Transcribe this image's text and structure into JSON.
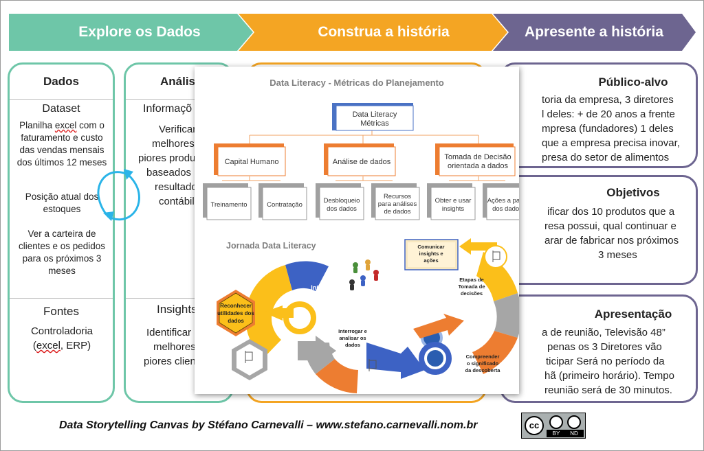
{
  "stages": [
    {
      "label": "Explore os Dados",
      "color": "#6ec6a8"
    },
    {
      "label": "Construa a história",
      "color": "#f4a523"
    },
    {
      "label": "Apresente a história",
      "color": "#6d6590"
    }
  ],
  "cards": {
    "dados": {
      "title": "Dados",
      "dataset_label": "Dataset",
      "dataset_p1a": "Planilha ",
      "dataset_p1b": "excel",
      "dataset_p1c": " com o faturamento e custo das vendas mensais dos últimos 12 meses",
      "dataset_p2": "Posição atual dos estoques",
      "dataset_p3": "Ver a carteira de clientes e os pedidos para os próximos 3 meses",
      "fontes_label": "Fontes",
      "fontes_p1": "Controladoria",
      "fontes_p2a": "(",
      "fontes_p2b": "excel",
      "fontes_p2c": ",  ERP)"
    },
    "analise": {
      "title": "Análise",
      "info_label": "Informaçõ",
      "info_lines": [
        "Verificar",
        "melhores",
        "piores produ",
        "baseados",
        "resultado",
        "contábil"
      ],
      "insights_label": "Insights",
      "insights_lines": [
        "Identificar",
        "melhores",
        "piores clien"
      ]
    },
    "publico": {
      "title": "Público-alvo",
      "lines": [
        "toria da empresa, 3 diretores",
        "l deles: + de 20 anos a frente",
        "mpresa (fundadores) 1 deles",
        "que a empresa precisa inovar,",
        "presa do setor de alimentos"
      ]
    },
    "objetivos": {
      "title": "Objetivos",
      "lines": [
        "ificar dos 10 produtos que a",
        "resa possui, qual continuar e",
        "arar de fabricar nos próximos",
        "3 meses"
      ]
    },
    "apresentacao": {
      "title": "Apresentação",
      "lines": [
        "a de reunião, Televisão 48”",
        "penas os 3 Diretores vão",
        "ticipar Será no período da",
        "hã (primeiro horário). Tempo",
        "reunião será de 30 minutos."
      ]
    }
  },
  "overlay": {
    "title": "Data Literacy - Métricas do Planejamento",
    "root": [
      "Data Literacy",
      "Métricas"
    ],
    "level1": [
      {
        "label": [
          "Capital Humano"
        ],
        "children": [
          [
            "Treinamento"
          ],
          [
            "Contratação"
          ]
        ]
      },
      {
        "label": [
          "Análise de dados"
        ],
        "children": [
          [
            "Desbloqueio",
            "dos dados"
          ],
          [
            "Recursos",
            "para análises",
            "de dados"
          ]
        ]
      },
      {
        "label": [
          "Tomada de Decisão",
          "orientada a dados"
        ],
        "children": [
          [
            "Obter e usar",
            "insights"
          ],
          [
            "Ações a partir",
            "dos dados"
          ]
        ]
      }
    ],
    "jornada_title": "Jornada Data Literacy",
    "journey": {
      "inicio": "Início",
      "reconhecer": [
        "Reconhecer",
        "utilidades dos",
        "dados"
      ],
      "interrogar": [
        "Interrogar e",
        "analisar os",
        "dados"
      ],
      "compreender": [
        "Compreender",
        "o significado",
        "da descoberta"
      ],
      "etapas": [
        "Etapas de",
        "Tomada de",
        "decisões"
      ],
      "comunicar": [
        "Comunicar",
        "insights e",
        "ações"
      ]
    },
    "colors": {
      "blue": "#3d62c4",
      "orange": "#ed7d31",
      "yellow": "#fbbf1a",
      "gray": "#a6a6a6"
    }
  },
  "footer": {
    "text": "Data Storytelling  Canvas  by  Stéfano  Carnevalli  –  www.stefano.carnevalli.nom.br",
    "license": [
      "cc",
      "BY",
      "ND"
    ]
  }
}
